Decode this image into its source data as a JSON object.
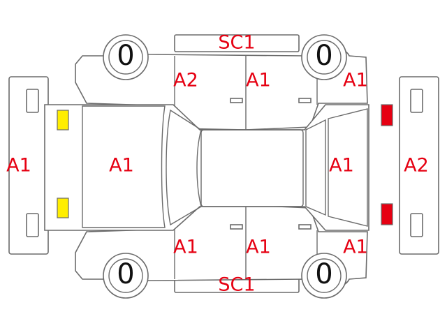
{
  "labels": {
    "bumper_top": "SC1",
    "bumper_bottom": "SC1",
    "top_front_door": "A2",
    "top_rear_door": "A1",
    "top_rear_fender": "A1",
    "bottom_front_door": "A1",
    "bottom_rear_door": "A1",
    "bottom_rear_fender": "A1",
    "front_bumper": "A1",
    "hood": "A1",
    "trunk": "A1",
    "rear_bumper": "A2"
  },
  "tires": {
    "front_top": "0",
    "rear_top": "0",
    "front_bottom": "0",
    "rear_bottom": "0"
  },
  "colors": {
    "label": "#e60012",
    "headlight": "#ffee00",
    "taillight": "#e60012",
    "outline": "#6b6b6b"
  }
}
